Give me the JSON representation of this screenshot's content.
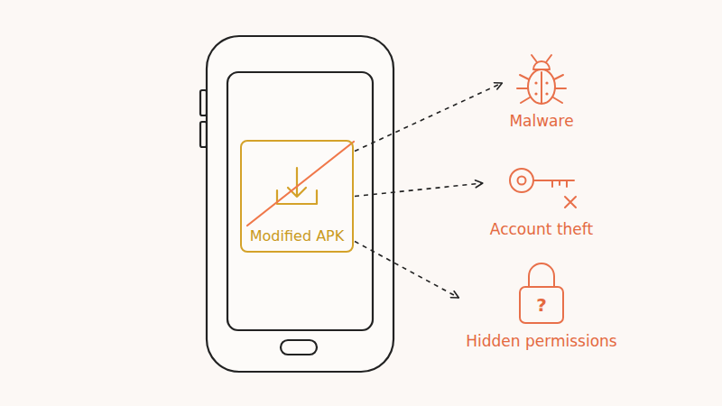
{
  "diagram": {
    "nodes": [
      {
        "text": [
          "Modified APK"
        ]
      },
      {
        "text": [
          "Malware"
        ]
      },
      {
        "text": [
          "Account theft"
        ]
      },
      {
        "text": [
          "Hidden permissions"
        ]
      }
    ],
    "edges": [
      {
        "from": 0,
        "to": 1,
        "arrow": "to"
      },
      {
        "from": 0,
        "to": 2,
        "arrow": "to"
      },
      {
        "from": 0,
        "to": 3,
        "arrow": "to"
      }
    ],
    "labels": [
      "?"
    ]
  }
}
